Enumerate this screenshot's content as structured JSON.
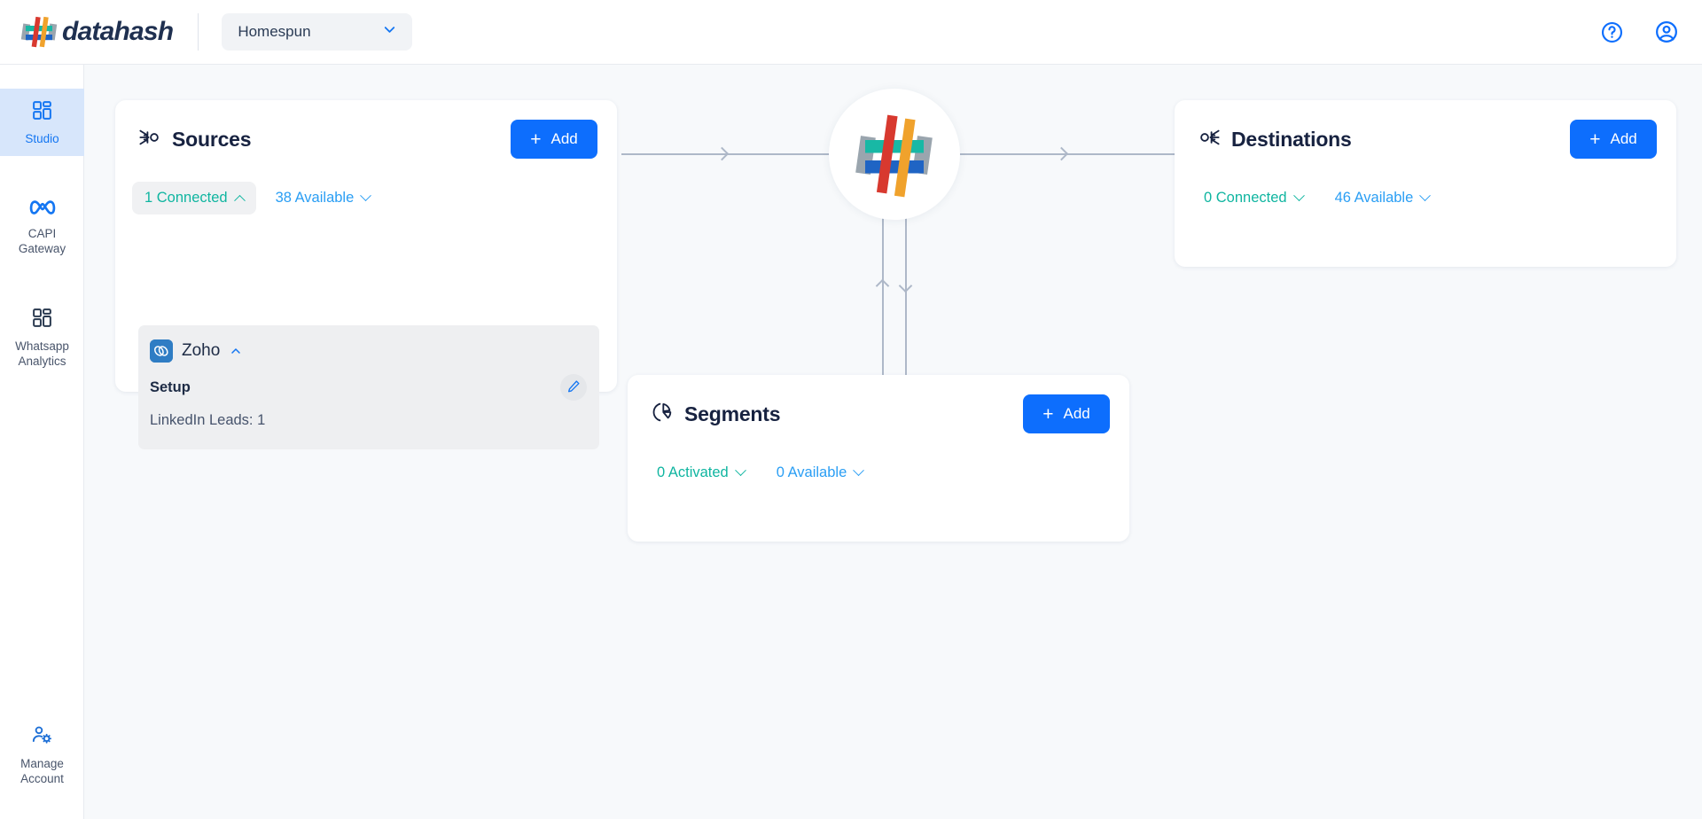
{
  "header": {
    "brand_name": "datahash",
    "brand_icon": "datahash-hash-logo",
    "org_selector": {
      "value": "Homespun",
      "icon": "chevron-down-icon"
    },
    "help_icon": "help-circle-icon",
    "account_icon": "account-circle-icon"
  },
  "sidebar": {
    "items": [
      {
        "label": "Studio",
        "icon": "grid-dashboard-icon",
        "active": true
      },
      {
        "label": "CAPI\nGateway",
        "line1": "CAPI",
        "line2": "Gateway",
        "icon": "meta-infinity-icon",
        "active": false
      },
      {
        "label": "Whatsapp\nAnalytics",
        "line1": "Whatsapp",
        "line2": "Analytics",
        "icon": "grid-dashboard-icon",
        "active": false
      }
    ],
    "footer": {
      "line1": "Manage",
      "line2": "Account",
      "icon": "user-gear-icon"
    }
  },
  "canvas": {
    "hub_icon": "datahash-hash-logo",
    "cards": {
      "sources": {
        "title": "Sources",
        "icon": "arrows-in-to-circle-icon",
        "add_label": "Add",
        "add_icon": "plus-icon",
        "chips": [
          {
            "label": "1 Connected",
            "count": 1,
            "state": "Connected",
            "color": "#0fb5a0",
            "expanded": true,
            "icon": "chevron-up-icon"
          },
          {
            "label": "38 Available",
            "count": 38,
            "state": "Available",
            "color": "#2a9ef4",
            "expanded": false,
            "icon": "chevron-down-icon"
          }
        ],
        "connected_items": [
          {
            "name": "Zoho",
            "logo_icon": "zoho-logo-icon",
            "expanded": true,
            "expand_icon": "chevron-up-icon",
            "section_label": "Setup",
            "edit_icon": "pencil-edit-icon",
            "detail": "LinkedIn Leads: 1"
          }
        ]
      },
      "destinations": {
        "title": "Destinations",
        "icon": "circle-to-arrows-out-icon",
        "add_label": "Add",
        "add_icon": "plus-icon",
        "chips": [
          {
            "label": "0 Connected",
            "count": 0,
            "state": "Connected",
            "color": "#0fb5a0",
            "expanded": false,
            "icon": "chevron-down-icon"
          },
          {
            "label": "46 Available",
            "count": 46,
            "state": "Available",
            "color": "#2a9ef4",
            "expanded": false,
            "icon": "chevron-down-icon"
          }
        ]
      },
      "segments": {
        "title": "Segments",
        "icon": "segmented-pie-icon",
        "add_label": "Add",
        "add_icon": "plus-icon",
        "chips": [
          {
            "label": "0 Activated",
            "count": 0,
            "state": "Activated",
            "color": "#0fb5a0",
            "expanded": false,
            "icon": "chevron-down-icon"
          },
          {
            "label": "0 Available",
            "count": 0,
            "state": "Available",
            "color": "#2a9ef4",
            "expanded": false,
            "icon": "chevron-down-icon"
          }
        ]
      }
    }
  },
  "colors": {
    "accent_blue": "#0d6efd",
    "teal": "#0fb5a0",
    "light_blue": "#2a9ef4",
    "canvas_bg": "#f7f9fb",
    "connector": "#aeb8c8",
    "active_nav_bg": "#d7e6fb"
  }
}
